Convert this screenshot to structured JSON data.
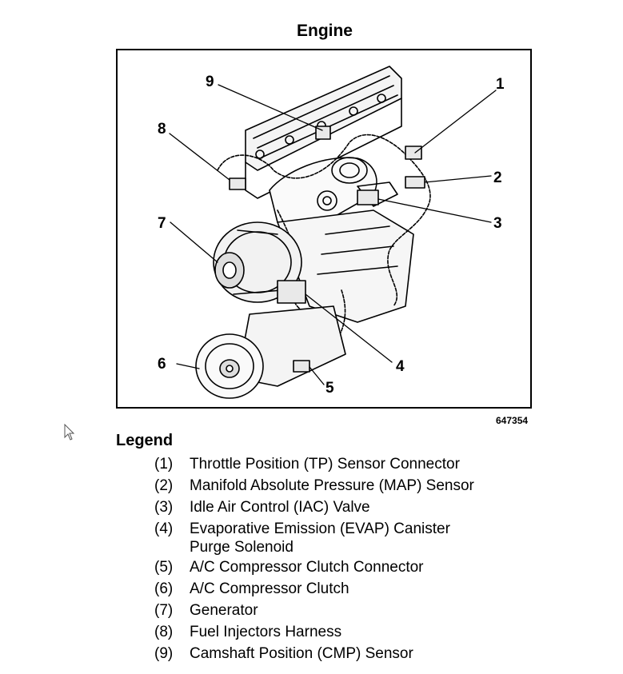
{
  "title": "Engine",
  "figure_id": "647354",
  "callouts": [
    "1",
    "2",
    "3",
    "4",
    "5",
    "6",
    "7",
    "8",
    "9"
  ],
  "legend": {
    "title": "Legend",
    "items": [
      {
        "num": "(1)",
        "text": "Throttle Position (TP) Sensor Connector"
      },
      {
        "num": "(2)",
        "text": "Manifold Absolute Pressure (MAP) Sensor"
      },
      {
        "num": "(3)",
        "text": "Idle Air Control (IAC) Valve"
      },
      {
        "num": "(4)",
        "text": "Evaporative Emission (EVAP) Canister\nPurge Solenoid"
      },
      {
        "num": "(5)",
        "text": "A/C Compressor Clutch Connector"
      },
      {
        "num": "(6)",
        "text": "A/C Compressor Clutch"
      },
      {
        "num": "(7)",
        "text": "Generator"
      },
      {
        "num": "(8)",
        "text": "Fuel Injectors Harness"
      },
      {
        "num": "(9)",
        "text": "Camshaft Position (CMP) Sensor"
      }
    ]
  }
}
